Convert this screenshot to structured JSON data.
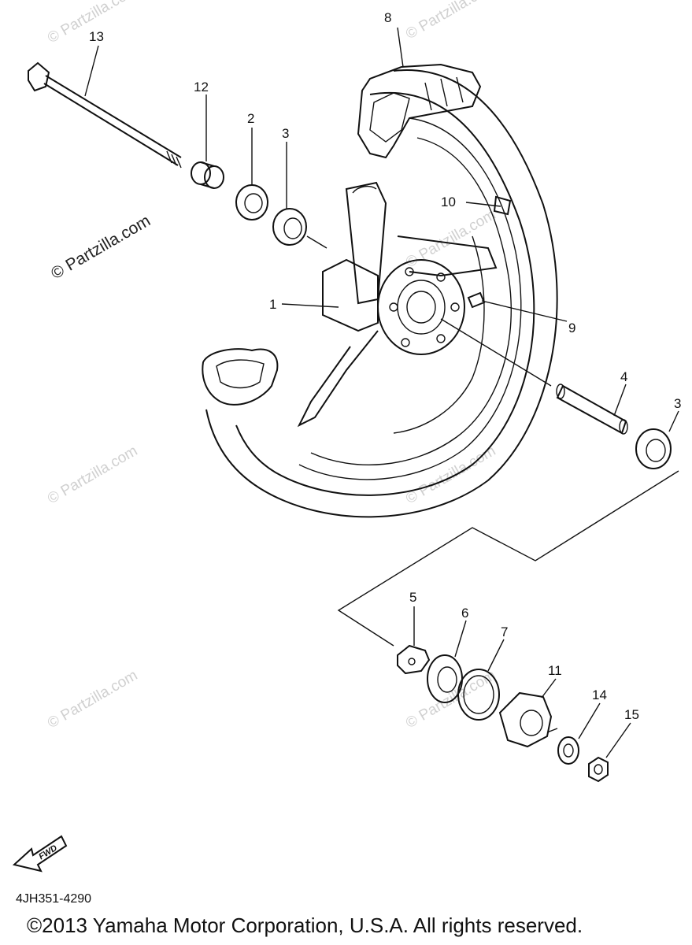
{
  "watermark": {
    "text": "© Partzilla.com"
  },
  "callouts": {
    "n1": "1",
    "n2": "2",
    "n3a": "3",
    "n3b": "3",
    "n4": "4",
    "n5": "5",
    "n6": "6",
    "n7": "7",
    "n8": "8",
    "n9": "9",
    "n10": "10",
    "n11": "11",
    "n12": "12",
    "n13": "13",
    "n14": "14",
    "n15": "15"
  },
  "fwd_label": "FWD",
  "part_code": "4JH351-4290",
  "copyright": "©2013 Yamaha Motor Corporation, U.S.A. All rights reserved."
}
